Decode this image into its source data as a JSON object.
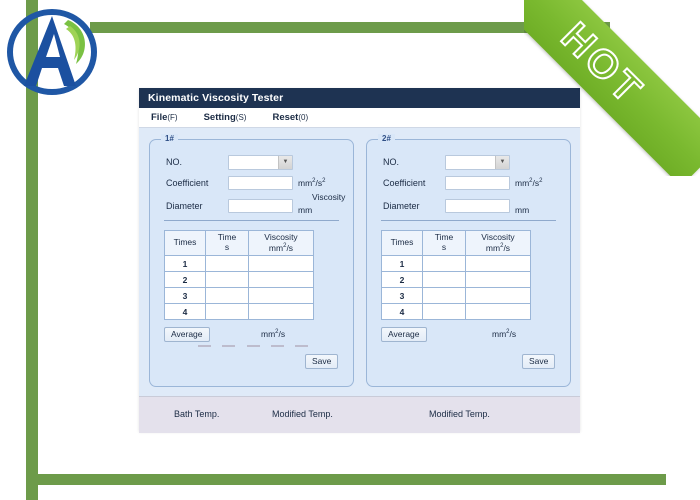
{
  "branding": {
    "logo_letter": "A",
    "logo_name": "company-a-leaf-logo",
    "ribbon_label": "HOT",
    "frame_color": "#6d9b4a",
    "ribbon_color": "#7ab92f"
  },
  "window": {
    "title": "Kinematic  Viscosity Tester",
    "title_bar_color": "#1e3352",
    "body_color": "#dfeaf8",
    "menu": [
      {
        "label": "File",
        "mnemonic": "(F)"
      },
      {
        "label": "Setting",
        "mnemonic": "(S)"
      },
      {
        "label": "Reset",
        "mnemonic": "(0)"
      }
    ]
  },
  "panels": [
    {
      "legend": "1#",
      "fields": [
        {
          "label": "NO.",
          "value": "",
          "unit": "",
          "type": "combo"
        },
        {
          "label": "Coefficient",
          "value": "",
          "unit": "mm2/s2",
          "type": "text"
        },
        {
          "label": "Diameter",
          "value": "",
          "unit": "mm",
          "type": "text"
        }
      ],
      "extra_label": "Viscosity",
      "table": {
        "headers": [
          "Times",
          "Time\ns",
          "Viscosity\nmm2/s"
        ],
        "rows": [
          {
            "times": "1",
            "time": "",
            "viscosity": ""
          },
          {
            "times": "2",
            "time": "",
            "viscosity": ""
          },
          {
            "times": "3",
            "time": "",
            "viscosity": ""
          },
          {
            "times": "4",
            "time": "",
            "viscosity": ""
          }
        ]
      },
      "average_label": "Average",
      "average_value": "",
      "average_unit": "mm2/s",
      "save_label": "Save"
    },
    {
      "legend": "2#",
      "fields": [
        {
          "label": "NO.",
          "value": "",
          "unit": "",
          "type": "combo"
        },
        {
          "label": "Coefficient",
          "value": "",
          "unit": "mm2/s2",
          "type": "text"
        },
        {
          "label": "Diameter",
          "value": "",
          "unit": "mm",
          "type": "text"
        }
      ],
      "extra_label": "",
      "table": {
        "headers": [
          "Times",
          "Time\ns",
          "Viscosity\nmm2/s"
        ],
        "rows": [
          {
            "times": "1",
            "time": "",
            "viscosity": ""
          },
          {
            "times": "2",
            "time": "",
            "viscosity": ""
          },
          {
            "times": "3",
            "time": "",
            "viscosity": ""
          },
          {
            "times": "4",
            "time": "",
            "viscosity": ""
          }
        ]
      },
      "average_label": "Average",
      "average_value": "",
      "average_unit": "mm2/s",
      "save_label": "Save"
    }
  ],
  "status_bar": {
    "background": "#e4e1ec",
    "items": [
      {
        "label": "Bath Temp."
      },
      {
        "label": "Modified Temp."
      },
      {
        "label": "Modified Temp."
      }
    ]
  }
}
